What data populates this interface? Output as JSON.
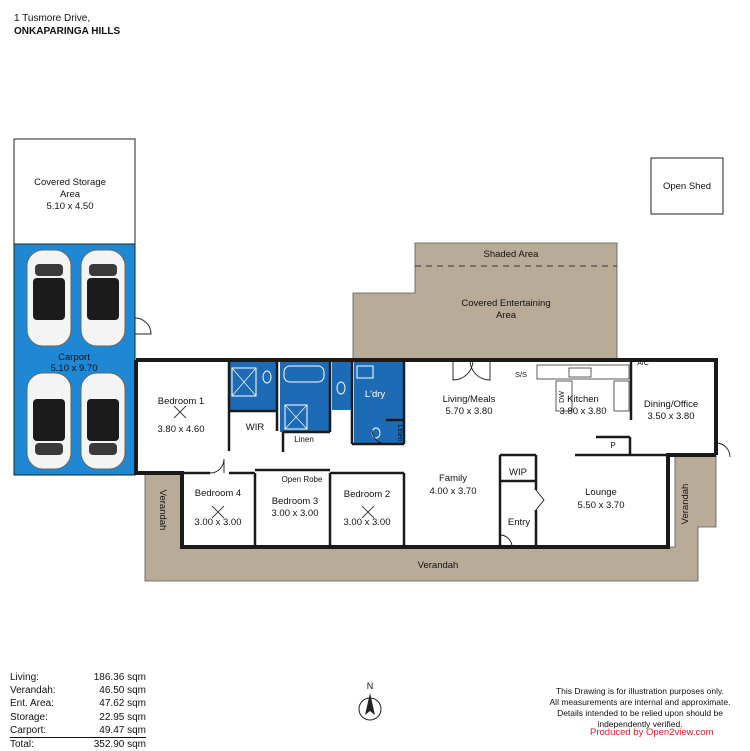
{
  "header": {
    "address": "1 Tusmore Drive,",
    "suburb": "ONKAPARINGA HILLS"
  },
  "rooms": {
    "covered_storage": {
      "name1": "Covered Storage",
      "name2": "Area",
      "dims": "5.10 x 4.50"
    },
    "open_shed": {
      "name": "Open Shed"
    },
    "carport": {
      "name": "Carport",
      "dims": "5.10 x 9.70"
    },
    "shaded_area": {
      "name": "Shaded Area"
    },
    "covered_entertaining": {
      "name1": "Covered Entertaining",
      "name2": "Area"
    },
    "bedroom1": {
      "name": "Bedroom 1",
      "dims": "3.80 x 4.60"
    },
    "wir": {
      "name": "WIR"
    },
    "linen1": {
      "name": "Linen"
    },
    "ldry": {
      "name": "L'dry"
    },
    "linen2": {
      "name": "Linen"
    },
    "living": {
      "name": "Living/Meals",
      "dims": "5.70 x 3.80"
    },
    "ss": {
      "name": "S/S"
    },
    "dw": {
      "name": "DW"
    },
    "kitchen": {
      "name": "Kitchen",
      "dims": "3.80 x 3.80"
    },
    "ac": {
      "name": "A/C"
    },
    "dining": {
      "name": "Dining/Office",
      "dims": "3.50 x 3.80"
    },
    "p": {
      "name": "P"
    },
    "open_robe": {
      "name": "Open Robe"
    },
    "bedroom4": {
      "name": "Bedroom 4",
      "dims": "3.00 x 3.00"
    },
    "bedroom3": {
      "name": "Bedroom 3",
      "dims": "3.00 x 3.00"
    },
    "bedroom2": {
      "name": "Bedroom 2",
      "dims": "3.00 x 3.00"
    },
    "family": {
      "name": "Family",
      "dims": "4.00 x 3.70"
    },
    "wip": {
      "name": "WIP"
    },
    "entry": {
      "name": "Entry"
    },
    "lounge": {
      "name": "Lounge",
      "dims": "5.50 x 3.70"
    },
    "verandah_left": {
      "name": "Verandah"
    },
    "verandah_right": {
      "name": "Verandah"
    },
    "verandah_bottom": {
      "name": "Verandah"
    }
  },
  "compass": {
    "label": "N"
  },
  "areas": [
    {
      "label": "Living:",
      "value": "186.36 sqm"
    },
    {
      "label": "Verandah:",
      "value": "46.50 sqm"
    },
    {
      "label": "Ent. Area:",
      "value": "47.62 sqm"
    },
    {
      "label": "Storage:",
      "value": "22.95 sqm"
    },
    {
      "label": "Carport:",
      "value": "49.47 sqm"
    },
    {
      "label": "Total:",
      "value": "352.90 sqm"
    }
  ],
  "disclaimer": {
    "line1": "This Drawing is for illustration purposes only.",
    "line2": "All measurements are internal and  approximate.",
    "line3": "Details intended to be relied upon should be",
    "line4": "independently verified."
  },
  "produced_by": "Produced by Open2view.com",
  "colors": {
    "verandah": "#b8ac98",
    "wet_area": "#1e6bb5",
    "carport": "#1e88d4",
    "wall": "#1a1a1a"
  }
}
